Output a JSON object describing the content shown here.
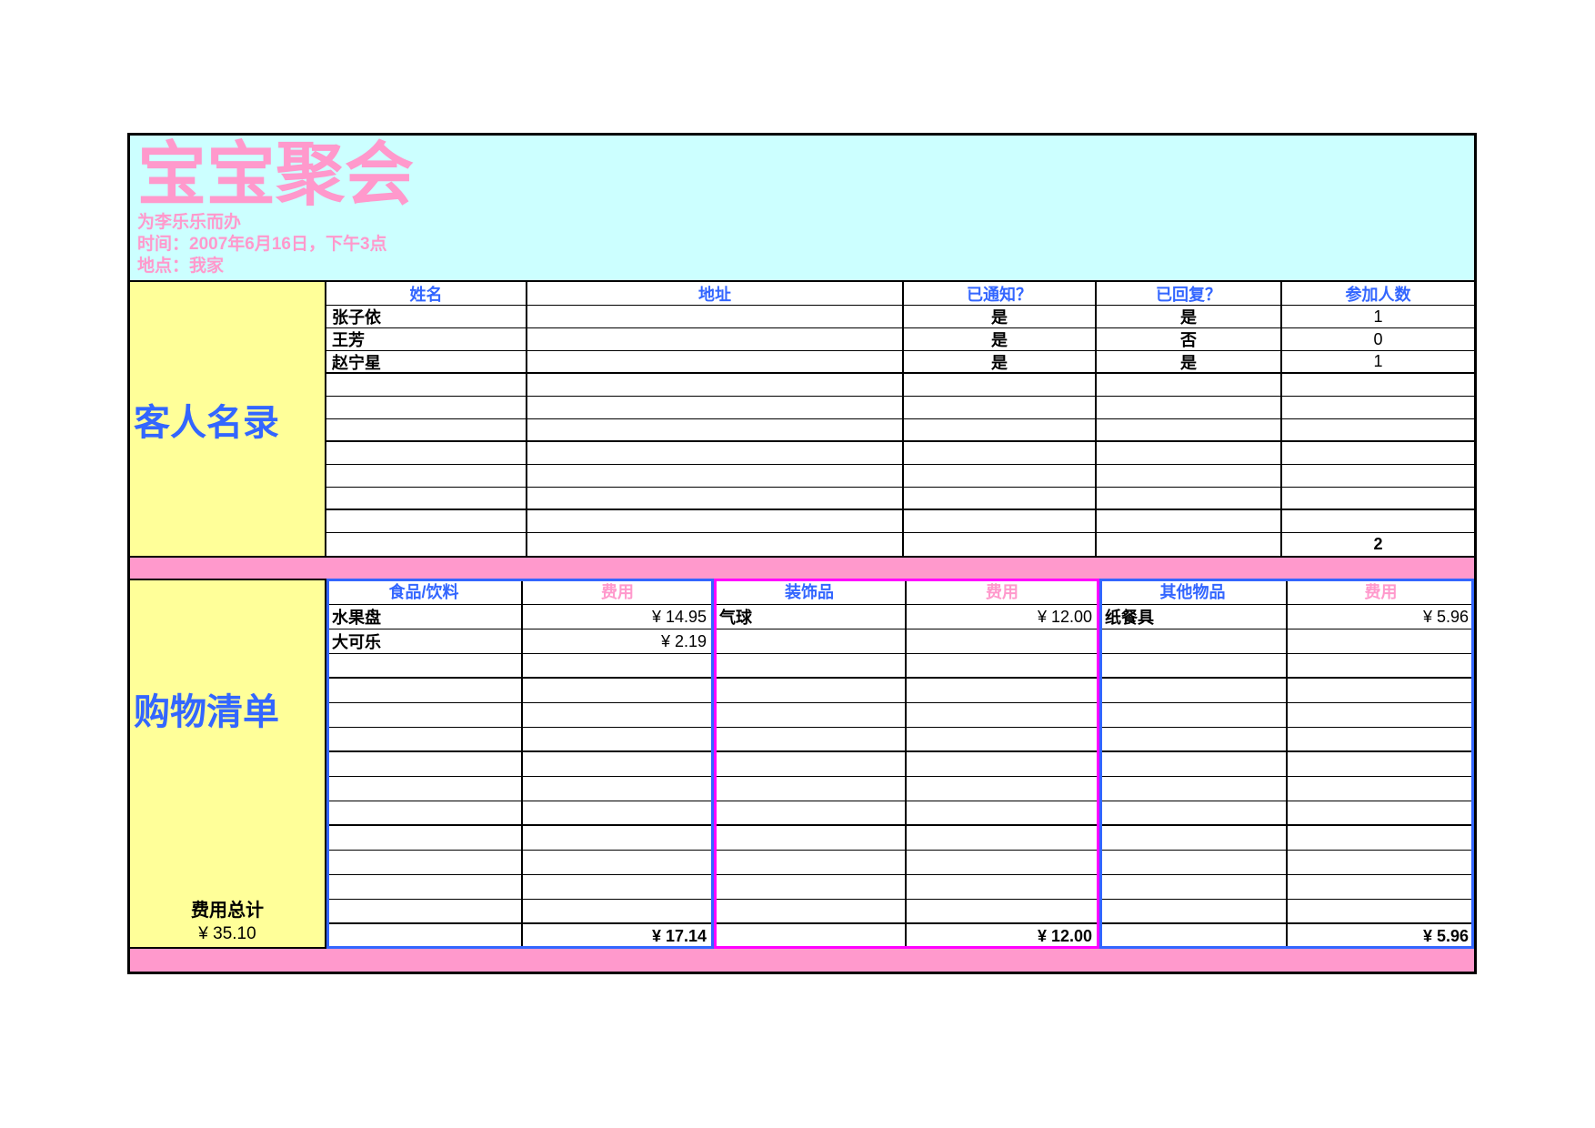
{
  "header": {
    "title": "宝宝聚会",
    "honoree_line": "为李乐乐而办",
    "time_line": "时间：2007年6月16日，下午3点",
    "location_line": "地点：我家"
  },
  "colors": {
    "banner_bg": "#CCFFFF",
    "sidebar_bg": "#FFFF99",
    "accent_pink": "#FF99CC",
    "accent_blue": "#3366FF",
    "accent_magenta": "#FF00FF"
  },
  "guest_section": {
    "sidebar_label": "客人名录",
    "columns": [
      "姓名",
      "地址",
      "已通知？",
      "已回复？",
      "参加人数"
    ],
    "rows": [
      {
        "name": "张子依",
        "address": "",
        "notified": "是",
        "replied": "是",
        "count": "1"
      },
      {
        "name": "王芳",
        "address": "",
        "notified": "是",
        "replied": "否",
        "count": "0"
      },
      {
        "name": "赵宁星",
        "address": "",
        "notified": "是",
        "replied": "是",
        "count": "1"
      }
    ],
    "empty_row_count": 7,
    "total_attendees": "2"
  },
  "shopping_section": {
    "sidebar_label": "购物清单",
    "total_label": "费用总计",
    "total_value": "¥ 35.10",
    "columns": [
      "食品/饮料",
      "费用",
      "装饰品",
      "费用",
      "其他物品",
      "费用"
    ],
    "rows": [
      {
        "food": "水果盘",
        "food_cost": "¥ 14.95",
        "decoration": "气球",
        "decoration_cost": "¥ 12.00",
        "other": "纸餐具",
        "other_cost": "¥ 5.96"
      },
      {
        "food": "大可乐",
        "food_cost": "¥ 2.19",
        "decoration": "",
        "decoration_cost": "",
        "other": "",
        "other_cost": ""
      }
    ],
    "empty_row_count": 11,
    "totals": {
      "food_cost": "¥ 17.14",
      "decoration_cost": "¥ 12.00",
      "other_cost": "¥ 5.96"
    }
  }
}
